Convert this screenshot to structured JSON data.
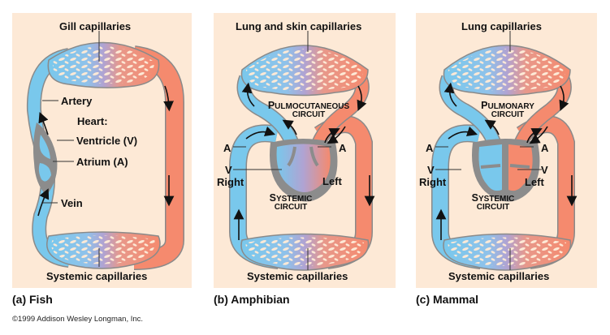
{
  "colors": {
    "background": "#fde9d6",
    "deoxygenated": "#79c8ec",
    "oxygenated": "#f58a6e",
    "mixed": "#b0a3d2",
    "heart_wall": "#8c8c8c",
    "outline": "#8a8a8a"
  },
  "panels": [
    {
      "id": "a",
      "caption": "(a) Fish",
      "top_label": "Gill capillaries",
      "bottom_label": "Systemic capillaries",
      "labels": {
        "artery": "Artery",
        "heart": "Heart:",
        "ventricle": "Ventricle (V)",
        "atrium": "Atrium (A)",
        "vein": "Vein"
      }
    },
    {
      "id": "b",
      "caption": "(b) Amphibian",
      "top_label": "Lung and skin capillaries",
      "bottom_label": "Systemic capillaries",
      "upper_circuit": {
        "first": "P",
        "rest": "ULMOCUTANEOUS",
        "line2": "CIRCUIT"
      },
      "lower_circuit": {
        "first": "S",
        "rest": "YSTEMIC",
        "line2": "CIRCUIT"
      },
      "labels": {
        "atrium_left": "A",
        "atrium_right": "A",
        "ventricle": "V",
        "right": "Right",
        "left": "Left"
      }
    },
    {
      "id": "c",
      "caption": "(c) Mammal",
      "top_label": "Lung capillaries",
      "bottom_label": "Systemic capillaries",
      "upper_circuit": {
        "first": "P",
        "rest": "ULMONARY",
        "line2": "CIRCUIT"
      },
      "lower_circuit": {
        "first": "S",
        "rest": "YSTEMIC",
        "line2": "CIRCUIT"
      },
      "labels": {
        "atrium_left": "A",
        "atrium_right": "A",
        "ventricle_left": "V",
        "ventricle_right": "V",
        "right": "Right",
        "left": "Left"
      }
    }
  ],
  "copyright": "©1999 Addison Wesley Longman, Inc."
}
